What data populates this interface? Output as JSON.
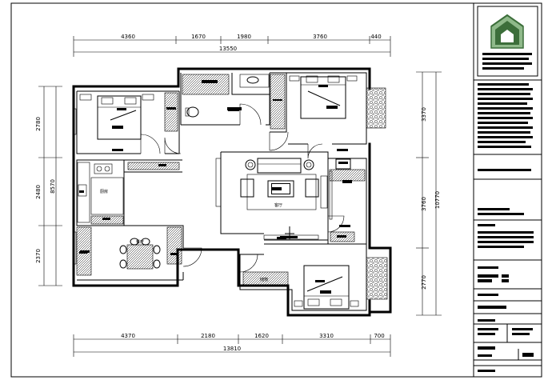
{
  "top_total": "13550",
  "top_segments": [
    "4360",
    "1670",
    "1980",
    "3760",
    "440"
  ],
  "bottom_total": "13810",
  "bottom_segments": [
    "4370",
    "2180",
    "1620",
    "3310",
    "700"
  ],
  "left_total": "8570",
  "left_segments": [
    "2780",
    "2480",
    "2370"
  ],
  "right_total": "10770",
  "right_segments": [
    "3370",
    "3760",
    "2770"
  ],
  "rooms": {
    "kitchen": "厨房",
    "dining": "餐厅",
    "living": "客厅",
    "storage": "储物"
  },
  "colors": {
    "ink": "#000000",
    "logo_green": "#3c6e3a",
    "logo_light": "#8fb98a",
    "stone": "#7a7a7a"
  },
  "icons": [
    "house-logo-icon"
  ]
}
